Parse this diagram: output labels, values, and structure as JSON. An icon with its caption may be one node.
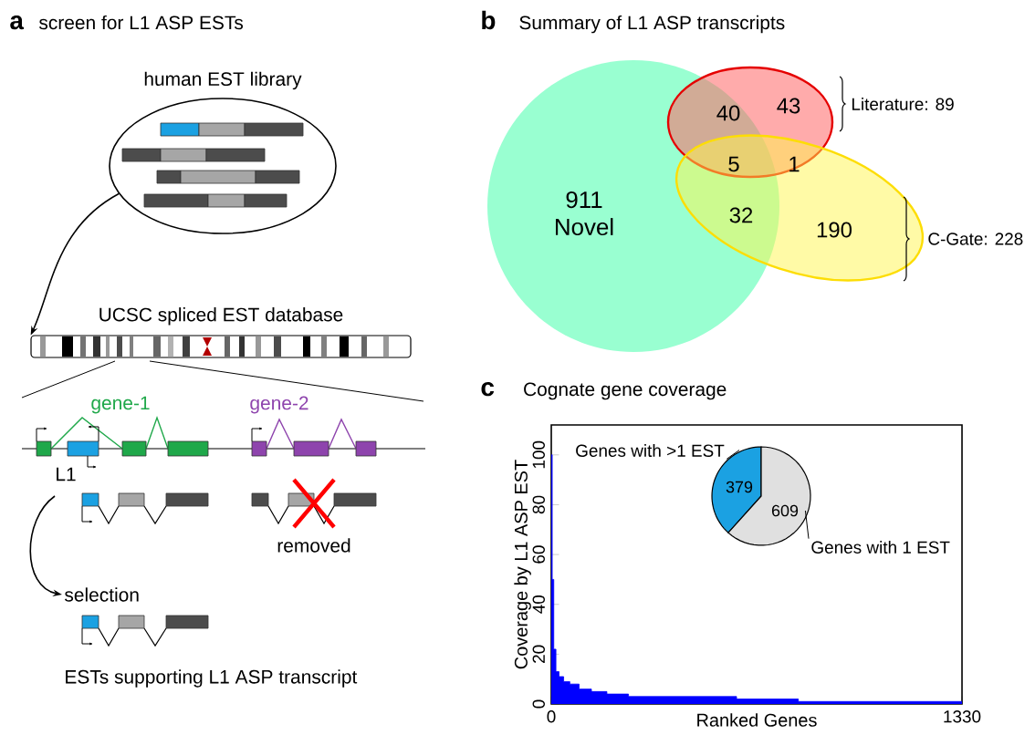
{
  "diagram": {
    "nodes": [
      {
        "text": [
          "human EST library"
        ]
      },
      {
        "text": [
          "UCSC spliced EST database"
        ]
      },
      {
        "text": [
          "selection"
        ]
      },
      {
        "text": [
          "379"
        ]
      },
      {
        "text": [
          "609"
        ]
      },
      {
        "text": [
          "Genes with >1 EST"
        ]
      },
      {
        "text": [
          "Genes with 1 EST"
        ]
      }
    ],
    "edges": [
      {
        "from": 0,
        "to": 1,
        "arrow": "to"
      },
      {
        "from": null,
        "to": 2,
        "arrow": "to"
      },
      {
        "from": 5,
        "to": 3,
        "arrow": "none"
      },
      {
        "from": 6,
        "to": 4,
        "arrow": "none"
      }
    ],
    "labels": [
      "a",
      "screen for L1 ASP ESTs",
      "gene-1",
      "gene-2",
      "L1",
      "removed",
      "ESTs supporting L1 ASP transcript",
      "b",
      "Summary of L1 ASP transcripts",
      "40",
      "43",
      "5",
      "1",
      "911 Novel",
      "32",
      "190",
      "Literature: 89",
      "C-Gate: 228",
      "c"
    ],
    "chart_data": {
      "type": "area",
      "title": "Cognate gene coverage",
      "xlabel": "Ranked Genes",
      "ylabel": "Coverage by L1 ASP EST",
      "x": [
        0,
        3,
        8,
        15,
        25,
        40,
        60,
        90,
        130,
        180,
        250,
        400,
        600,
        800,
        1330
      ],
      "series": [
        {
          "color": "#0000ff",
          "values": [
            100,
            50,
            22,
            13,
            11,
            9,
            8,
            6,
            5,
            4,
            3,
            3,
            2,
            1,
            1
          ]
        }
      ],
      "xlim": [
        0,
        1330
      ],
      "ylim": [
        0,
        112
      ],
      "xticks": [
        0,
        1330
      ],
      "yticks": [
        0,
        20,
        40,
        60,
        80,
        100
      ]
    }
  }
}
